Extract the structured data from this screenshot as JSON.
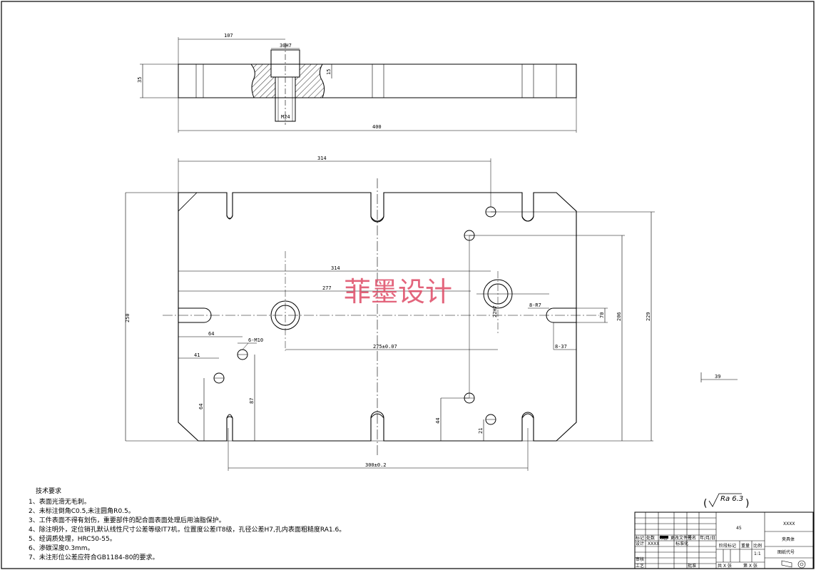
{
  "front_view": {
    "dims": {
      "len_107": "107",
      "counterbore": "30H7",
      "height_35": "35",
      "depth_15": "15",
      "thread": "M24",
      "len_400": "400"
    }
  },
  "top_view": {
    "dims": {
      "d314_top": "314",
      "d314_mid": "314",
      "d277": "277",
      "d64": "64",
      "holes": "6-M10",
      "d41": "41",
      "d64_v": "64",
      "d87": "87",
      "d275": "275±0.07",
      "d22": "22H7",
      "slot_r": "8-R7",
      "slot_w": "8-37",
      "d70": "70",
      "d206": "206",
      "d229": "229",
      "d250": "250",
      "d44": "44",
      "d21": "21",
      "d300": "300±0.2"
    }
  },
  "side_dim": "39",
  "watermark": "菲墨设计",
  "notes": {
    "title": "技术要求",
    "items": [
      "1、表面光滑无毛刺。",
      "2、未标注倒角C0.5,未注圆角R0.5。",
      "3、工件表面不得有划伤，重要部件的配合面表面处理后用油脂保护。",
      "4、除注明外，定位销孔默认线性尺寸公差等级IT7机，位置度公差IT8级，孔径公差H7,孔内表面粗糙度RA1.6。",
      "5、经调质处理，HRC50-55。",
      "6、渗碳深度0.3mm。",
      "7、未注形位公差应符合GB1184-80的要求。"
    ]
  },
  "roughness": {
    "symbol": "Ra 6.3",
    "open": "(",
    "close": ")"
  },
  "title_block": {
    "material": "45",
    "company": "XXXX",
    "part_name": "夹具体",
    "drawing_no": "图纸代号",
    "scale": "1:1",
    "row_headers": [
      "标记",
      "处数",
      "分区",
      "更改文件号",
      "签名",
      "年/月/日"
    ],
    "design_label": "设计",
    "designer": "XXXX",
    "std_label": "标准化",
    "stage_label": "阶段标记",
    "weight_label": "重量",
    "scale_label": "比例",
    "check_label": "审核",
    "process_label": "工艺",
    "approve_label": "批准",
    "sheets_total": "共 X 张",
    "sheet_no": "第 X 张"
  }
}
